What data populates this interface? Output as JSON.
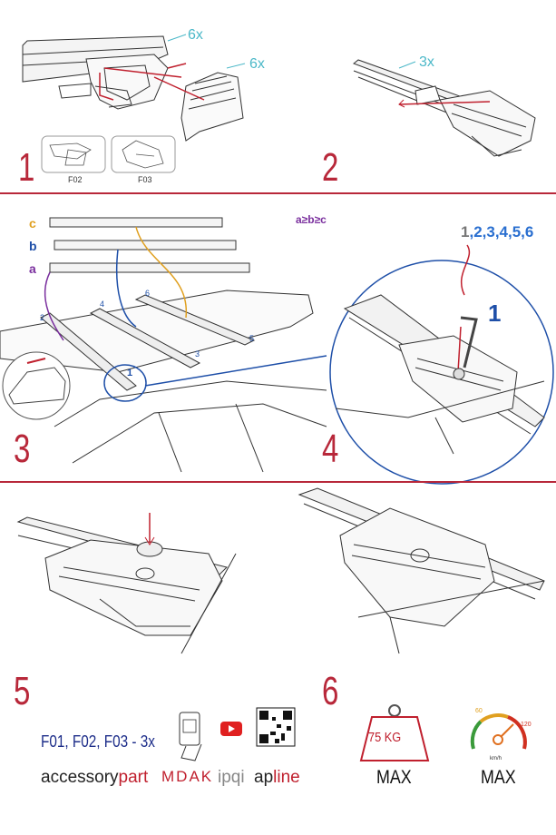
{
  "steps": [
    "1",
    "2",
    "3",
    "4",
    "5",
    "6"
  ],
  "step1": {
    "callout_top": "6x",
    "callout_right": "6x",
    "fig_a": "F02",
    "fig_b": "F03"
  },
  "step2": {
    "callout": "3x"
  },
  "step3": {
    "label_c": "c",
    "label_b": "b",
    "label_a": "a",
    "rule": "a≥b≥c",
    "pos": [
      "2",
      "4",
      "6",
      "1",
      "3",
      "5"
    ]
  },
  "step4": {
    "sequence_first": "1",
    "sequence_rest": ",2,3,4,5,6",
    "first": "1"
  },
  "footer": {
    "parts": "F01, F02, F03 - 3x",
    "brand1_a": "accessory",
    "brand1_b": "part",
    "brand2": "MDAK",
    "brand3": "ipqi",
    "brand4_a": "ap",
    "brand4_b": "line",
    "weight": "75 KG",
    "max_weight": "MAX",
    "max_speed": "MAX",
    "speed_unit": "km/h",
    "speed_60": "60",
    "speed_120": "120"
  },
  "colors": {
    "accent": "#b8283a",
    "cyan": "#4bb8c8",
    "blue": "#1e4fa8",
    "purple": "#7a2f9e",
    "orange": "#e0a020"
  }
}
